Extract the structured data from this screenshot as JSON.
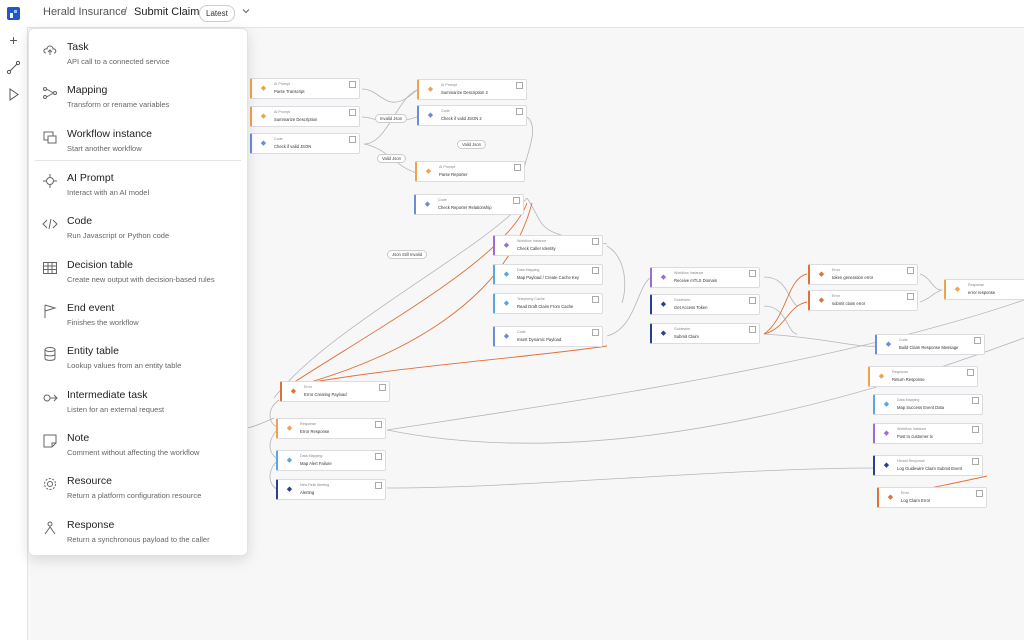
{
  "header": {
    "company": "Herald Insurance",
    "separator": "/",
    "page": "Submit Claim",
    "version_badge": "Latest"
  },
  "rail": {
    "icons": [
      "logo-icon",
      "plus-icon",
      "flow-icon",
      "play-icon"
    ]
  },
  "menu": {
    "items": [
      {
        "title": "Task",
        "desc": "API call to a connected service",
        "icon": "cloud-upload-icon"
      },
      {
        "title": "Mapping",
        "desc": "Transform or rename variables",
        "icon": "mapping-icon"
      },
      {
        "title": "Workflow instance",
        "desc": "Start another workflow",
        "icon": "workflow-icon"
      },
      {
        "title": "AI Prompt",
        "desc": "Interact with an AI model",
        "icon": "ai-icon"
      },
      {
        "title": "Code",
        "desc": "Run Javascript or Python code",
        "icon": "code-icon"
      },
      {
        "title": "Decision table",
        "desc": "Create new output with decision-based rules",
        "icon": "table-icon"
      },
      {
        "title": "End event",
        "desc": "Finishes the workflow",
        "icon": "flag-icon"
      },
      {
        "title": "Entity table",
        "desc": "Lookup values from an entity table",
        "icon": "database-icon"
      },
      {
        "title": "Intermediate task",
        "desc": "Listen for an external request",
        "icon": "listen-icon"
      },
      {
        "title": "Note",
        "desc": "Comment without affecting the workflow",
        "icon": "note-icon"
      },
      {
        "title": "Resource",
        "desc": "Return a platform configuration resource",
        "icon": "gear-icon"
      },
      {
        "title": "Response",
        "desc": "Return a synchronous payload to the caller",
        "icon": "response-icon"
      }
    ]
  },
  "nodes": [
    {
      "type": "AI Prompt",
      "name": "Parse Transcript",
      "color": "#f0a24a"
    },
    {
      "type": "AI Prompt",
      "name": "Summarize Description",
      "color": "#f0a24a"
    },
    {
      "type": "Code",
      "name": "Check if valid JSON",
      "color": "#6b8cd6"
    },
    {
      "type": "AI Prompt",
      "name": "Summarize Description 2",
      "color": "#f0a24a"
    },
    {
      "type": "Code",
      "name": "Check if valid JSON 2",
      "color": "#6b8cd6"
    },
    {
      "type": "AI Prompt",
      "name": "Parse Reporter",
      "color": "#f0a24a"
    },
    {
      "type": "Code",
      "name": "Check Reporter Relationship",
      "color": "#6b8cd6"
    },
    {
      "type": "Workflow Instance",
      "name": "Check Caller Identity",
      "color": "#9b6bd6"
    },
    {
      "type": "Data Mapping",
      "name": "Map Payload / Create Cache Key",
      "color": "#5aa6e0"
    },
    {
      "type": "Telephony Cache",
      "name": "Read Draft Claim From Cache",
      "color": "#5aa6e0"
    },
    {
      "type": "Code",
      "name": "Insert Dynamic Payload",
      "color": "#6b8cd6"
    },
    {
      "type": "Workflow Instance",
      "name": "Receive mTLS Domain",
      "color": "#9b6bd6"
    },
    {
      "type": "Guidewire",
      "name": "Get Access Token",
      "color": "#2c3e8c"
    },
    {
      "type": "Guidewire",
      "name": "Submit Claim",
      "color": "#2c3e8c"
    },
    {
      "type": "Error",
      "name": "token generation error",
      "color": "#e0703a"
    },
    {
      "type": "Error",
      "name": "submit claim error",
      "color": "#e0703a"
    },
    {
      "type": "Response",
      "name": "error response",
      "color": "#f0a24a"
    },
    {
      "type": "Code",
      "name": "Build Claim Response Message",
      "color": "#6b8cd6"
    },
    {
      "type": "Response",
      "name": "Return Response",
      "color": "#f0a24a"
    },
    {
      "type": "Data Mapping",
      "name": "Map Success Event Data",
      "color": "#5aa6e0"
    },
    {
      "type": "Workflow Instance",
      "name": "Post to customer tx",
      "color": "#9b6bd6"
    },
    {
      "type": "Herald Response",
      "name": "Log Guidewire Claim Submit Event",
      "color": "#2c3e8c"
    },
    {
      "type": "Error",
      "name": "Log Claim Error",
      "color": "#e0703a"
    },
    {
      "type": "Error",
      "name": "Error Creating Payload",
      "color": "#e0703a"
    },
    {
      "type": "Response",
      "name": "Error Response",
      "color": "#f0a24a"
    },
    {
      "type": "Data Mapping",
      "name": "Map Alert Failure",
      "color": "#5aa6e0"
    },
    {
      "type": "New Relic Alerting",
      "name": "Alerting",
      "color": "#2c3e8c"
    }
  ],
  "edge_labels": [
    "Invalid Json",
    "Valid Json",
    "Valid Json",
    "Json Still Invalid"
  ]
}
